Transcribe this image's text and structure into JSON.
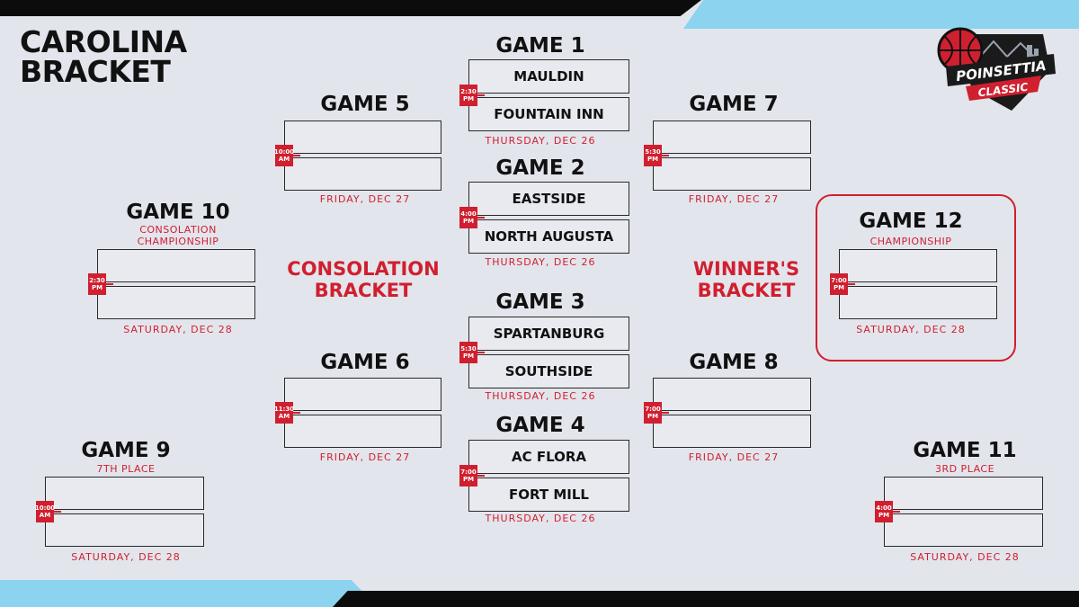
{
  "title": {
    "line1": "CAROLINA",
    "line2": "BRACKET"
  },
  "logo": {
    "line1": "POINSETTIA",
    "line2": "CLASSIC"
  },
  "labels": {
    "consolation": [
      "CONSOLATION",
      "BRACKET"
    ],
    "winners": [
      "WINNER'S",
      "BRACKET"
    ]
  },
  "games": {
    "g1": {
      "title": "GAME 1",
      "team1": "MAULDIN",
      "team2": "FOUNTAIN INN",
      "time1": "2:30",
      "time2": "PM",
      "date": "THURSDAY, DEC 26"
    },
    "g2": {
      "title": "GAME 2",
      "team1": "EASTSIDE",
      "team2": "NORTH AUGUSTA",
      "time1": "4:00",
      "time2": "PM",
      "date": "THURSDAY, DEC 26"
    },
    "g3": {
      "title": "GAME 3",
      "team1": "SPARTANBURG",
      "team2": "SOUTHSIDE",
      "time1": "5:30",
      "time2": "PM",
      "date": "THURSDAY, DEC 26"
    },
    "g4": {
      "title": "GAME 4",
      "team1": "AC FLORA",
      "team2": "FORT MILL",
      "time1": "7:00",
      "time2": "PM",
      "date": "THURSDAY, DEC 26"
    },
    "g5": {
      "title": "GAME 5",
      "team1": "",
      "team2": "",
      "time1": "10:00",
      "time2": "AM",
      "date": "FRIDAY, DEC 27"
    },
    "g6": {
      "title": "GAME 6",
      "team1": "",
      "team2": "",
      "time1": "11:30",
      "time2": "AM",
      "date": "FRIDAY, DEC 27"
    },
    "g7": {
      "title": "GAME 7",
      "team1": "",
      "team2": "",
      "time1": "5:30",
      "time2": "PM",
      "date": "FRIDAY, DEC 27"
    },
    "g8": {
      "title": "GAME 8",
      "team1": "",
      "team2": "",
      "time1": "7:00",
      "time2": "PM",
      "date": "FRIDAY, DEC 27"
    },
    "g9": {
      "title": "GAME 9",
      "sub1": "7TH PLACE",
      "team1": "",
      "team2": "",
      "time1": "10:00",
      "time2": "AM",
      "date": "SATURDAY, DEC 28"
    },
    "g10": {
      "title": "GAME 10",
      "sub1": "CONSOLATION",
      "sub2": "CHAMPIONSHIP",
      "team1": "",
      "team2": "",
      "time1": "2:30",
      "time2": "PM",
      "date": "SATURDAY, DEC 28"
    },
    "g11": {
      "title": "GAME 11",
      "sub1": "3RD PLACE",
      "team1": "",
      "team2": "",
      "time1": "4:00",
      "time2": "PM",
      "date": "SATURDAY, DEC 28"
    },
    "g12": {
      "title": "GAME 12",
      "sub1": "CHAMPIONSHIP",
      "team1": "",
      "team2": "",
      "time1": "7:00",
      "time2": "PM",
      "date": "SATURDAY, DEC 28"
    }
  },
  "colors": {
    "accent": "#d01f2f",
    "background": "#e3e5ec",
    "corner_blue": "#8bd3ef",
    "corner_black": "#0c0c0c"
  }
}
